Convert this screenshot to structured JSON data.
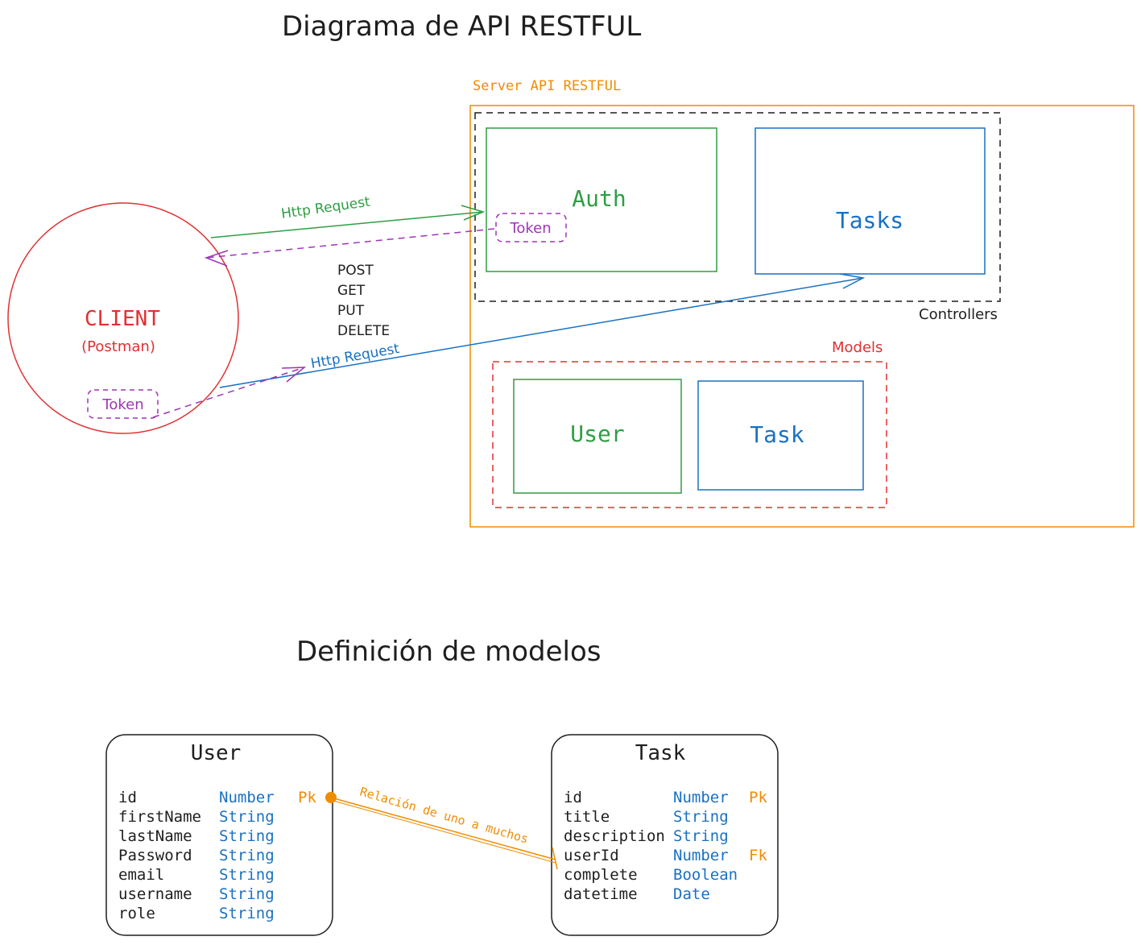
{
  "titles": {
    "main": "Diagrama de API RESTFUL",
    "models": "Definición de modelos"
  },
  "server": {
    "label": "Server API RESTFUL"
  },
  "controllers": {
    "label": "Controllers",
    "auth": "Auth",
    "tasks": "Tasks"
  },
  "models_group": {
    "label": "Models",
    "user": "User",
    "task": "Task"
  },
  "client": {
    "label": "CLIENT",
    "sublabel": "(Postman)"
  },
  "token_label": "Token",
  "http_request_label": "Http Request",
  "methods": [
    "POST",
    "GET",
    "PUT",
    "DELETE"
  ],
  "relation_label": "Relación de uno a muchos",
  "user_table": {
    "title": "User",
    "rows": [
      {
        "field": "id",
        "type": "Number",
        "key": "Pk"
      },
      {
        "field": "firstName",
        "type": "String",
        "key": ""
      },
      {
        "field": "lastName",
        "type": "String",
        "key": ""
      },
      {
        "field": "Password",
        "type": "String",
        "key": ""
      },
      {
        "field": "email",
        "type": "String",
        "key": ""
      },
      {
        "field": "username",
        "type": "String",
        "key": ""
      },
      {
        "field": "role",
        "type": "String",
        "key": ""
      }
    ]
  },
  "task_table": {
    "title": "Task",
    "rows": [
      {
        "field": "id",
        "type": "Number",
        "key": "Pk"
      },
      {
        "field": "title",
        "type": "String",
        "key": ""
      },
      {
        "field": "description",
        "type": "String",
        "key": ""
      },
      {
        "field": "userId",
        "type": "Number",
        "key": "Fk"
      },
      {
        "field": "complete",
        "type": "Boolean",
        "key": ""
      },
      {
        "field": "datetime",
        "type": "Date",
        "key": ""
      }
    ]
  },
  "colors": {
    "orange": "#f08c00",
    "green": "#2f9e44",
    "blue": "#1971c2",
    "red": "#e03131",
    "purple": "#9c36b5",
    "black": "#1e1e1e"
  }
}
